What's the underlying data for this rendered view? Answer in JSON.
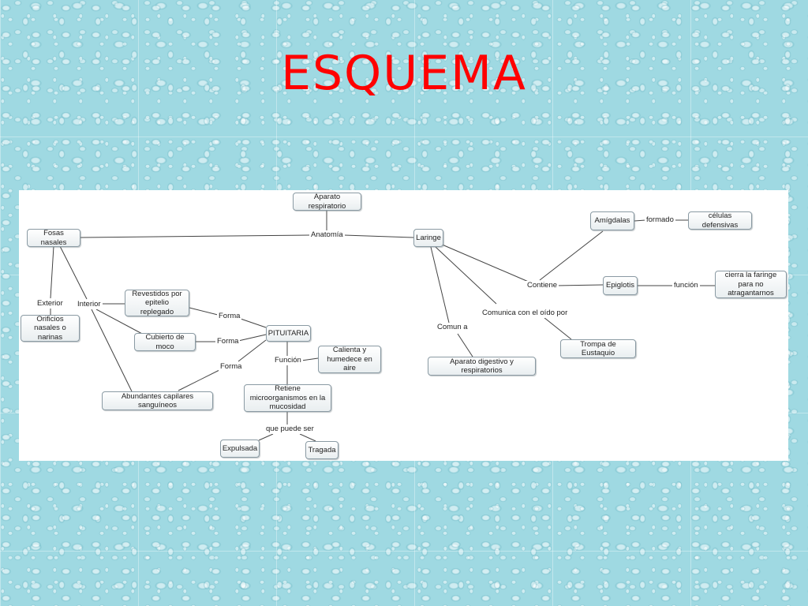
{
  "title": "ESQUEMA",
  "map": {
    "nodes": {
      "aparato_respiratorio": "Aparato respiratorio",
      "fosas_nasales": "Fosas nasales",
      "laringe": "Laringe",
      "orificios": "Orificios nasales o narinas",
      "revestidos": "Revestidos por epitelio replegado",
      "cubierto_moco": "Cubierto de moco",
      "capilares": "Abundantes capilares sanguíneos",
      "pituitaria": "PITUITARIA",
      "calienta": "Calienta y humedece en aire",
      "retiene": "Retiene microorganismos en la mucosidad",
      "expulsada": "Expulsada",
      "tragada": "Tragada",
      "amigdalas": "Amígdalas",
      "celulas": "células defensivas",
      "epiglotis": "Epiglotis",
      "cierra": "cierra la faringe para no atragantarnos",
      "trompa": "Trompa de Eustaquio",
      "aparato_digestivo": "Aparato digestivo y respiratorios"
    },
    "links": {
      "anatomia": "Anatomía",
      "exterior": "Exterior",
      "interior": "Interior",
      "forma1": "Forma",
      "forma2": "Forma",
      "forma3": "Forma",
      "funcion1": "Función",
      "que_puede_ser": "que puede ser",
      "contiene": "Contiene",
      "formado": "formado",
      "funcion2": "función",
      "comunica": "Comunica con el oído por",
      "comun_a": "Comun a"
    }
  }
}
